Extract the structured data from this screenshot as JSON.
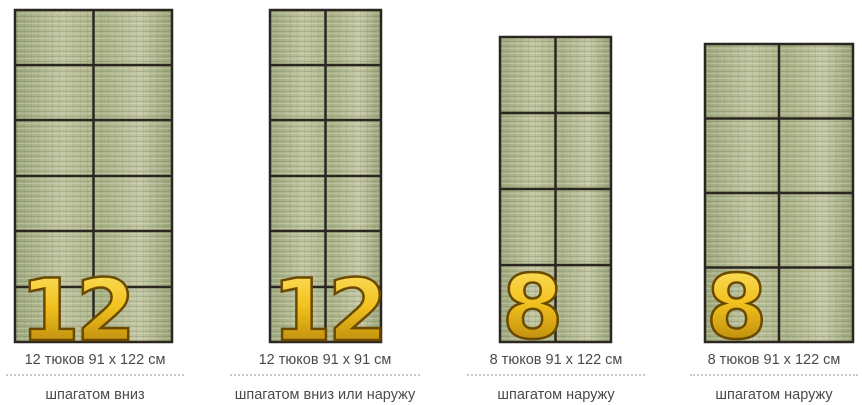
{
  "stacks": [
    {
      "count_label": "12",
      "caption_size": "12 тюков 91 x 122 см",
      "caption_orientation": "шпагатом вниз",
      "columns": 2,
      "rows": 6
    },
    {
      "count_label": "12",
      "caption_size": "12 тюков 91 x 91 см",
      "caption_orientation": "шпагатом вниз или наружу",
      "columns": 2,
      "rows": 6
    },
    {
      "count_label": "8",
      "caption_size": "8 тюков 91 x 122 см",
      "caption_orientation": "шпагатом наружу",
      "columns": 2,
      "rows": 4
    },
    {
      "count_label": "8",
      "caption_size": "8 тюков 91 x 122 см",
      "caption_orientation": "шпагатом наружу",
      "columns": 2,
      "rows": 4
    }
  ],
  "colors": {
    "bale_face": "#aeb58f",
    "bale_shadow": "#8f9a72",
    "frame": "#2b2620",
    "number_fill_top": "#f7d43a",
    "number_fill_bottom": "#b98407",
    "number_outline": "#6b4a00"
  }
}
